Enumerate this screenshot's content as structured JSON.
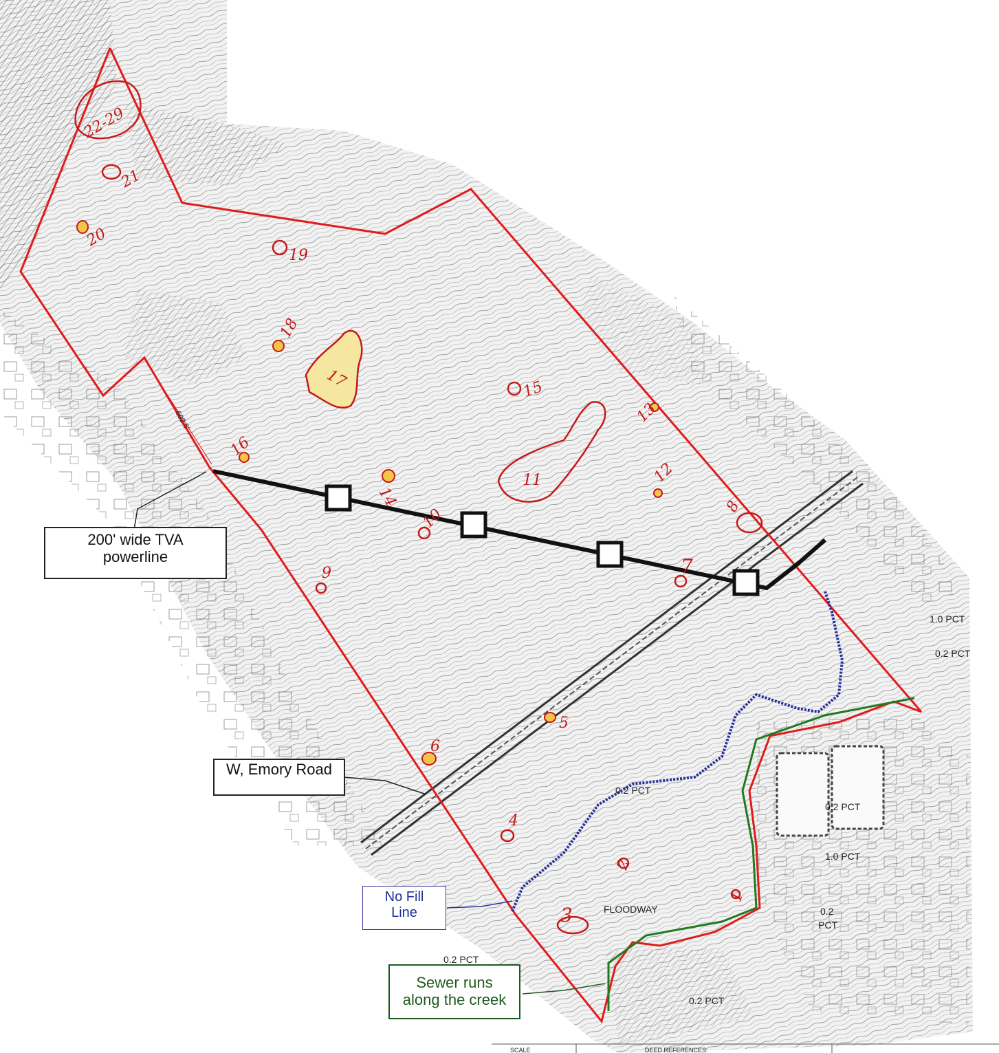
{
  "callouts": {
    "tva_powerline": [
      "200' wide TVA",
      "powerline"
    ],
    "emory_road": "W, Emory Road",
    "no_fill_line": [
      "No Fill",
      "Line"
    ],
    "sewer": [
      "Sewer runs",
      "along the creek"
    ]
  },
  "map_labels": {
    "floodway": "FLOODWAY",
    "pct_02": "0.2 PCT",
    "pct_10": "1.0 PCT",
    "pct_10_right": "1.0 PCT",
    "pct_02_right": "0.2 PCT",
    "pct_02_floodway": "0.2 PCT",
    "pct_02_lower_right": "0.2 PCT",
    "pct_02_left": "0.2 PCT",
    "pct_02_pond_a": "0.2",
    "pct_02_pond_b": "PCT",
    "bottom_pct": "0.2 PCT",
    "scale_label": "SCALE",
    "deed_label": "DEED REFERENCES:",
    "dimension": "602.5'"
  },
  "sinkhole_labels": [
    "1",
    "2",
    "3",
    "4",
    "5",
    "6",
    "7",
    "8",
    "9",
    "10",
    "11",
    "12",
    "13",
    "14",
    "15",
    "16",
    "17",
    "18",
    "19",
    "20",
    "21",
    "22-29"
  ],
  "colors": {
    "boundary": "#e01b1b",
    "sinkhole": "#c41a1a",
    "sinkhole_fill": "#f5c54a",
    "powerline": "#111111",
    "no_fill_line": "#27309a",
    "sewer": "#1f7a1f",
    "road": "#333333"
  }
}
